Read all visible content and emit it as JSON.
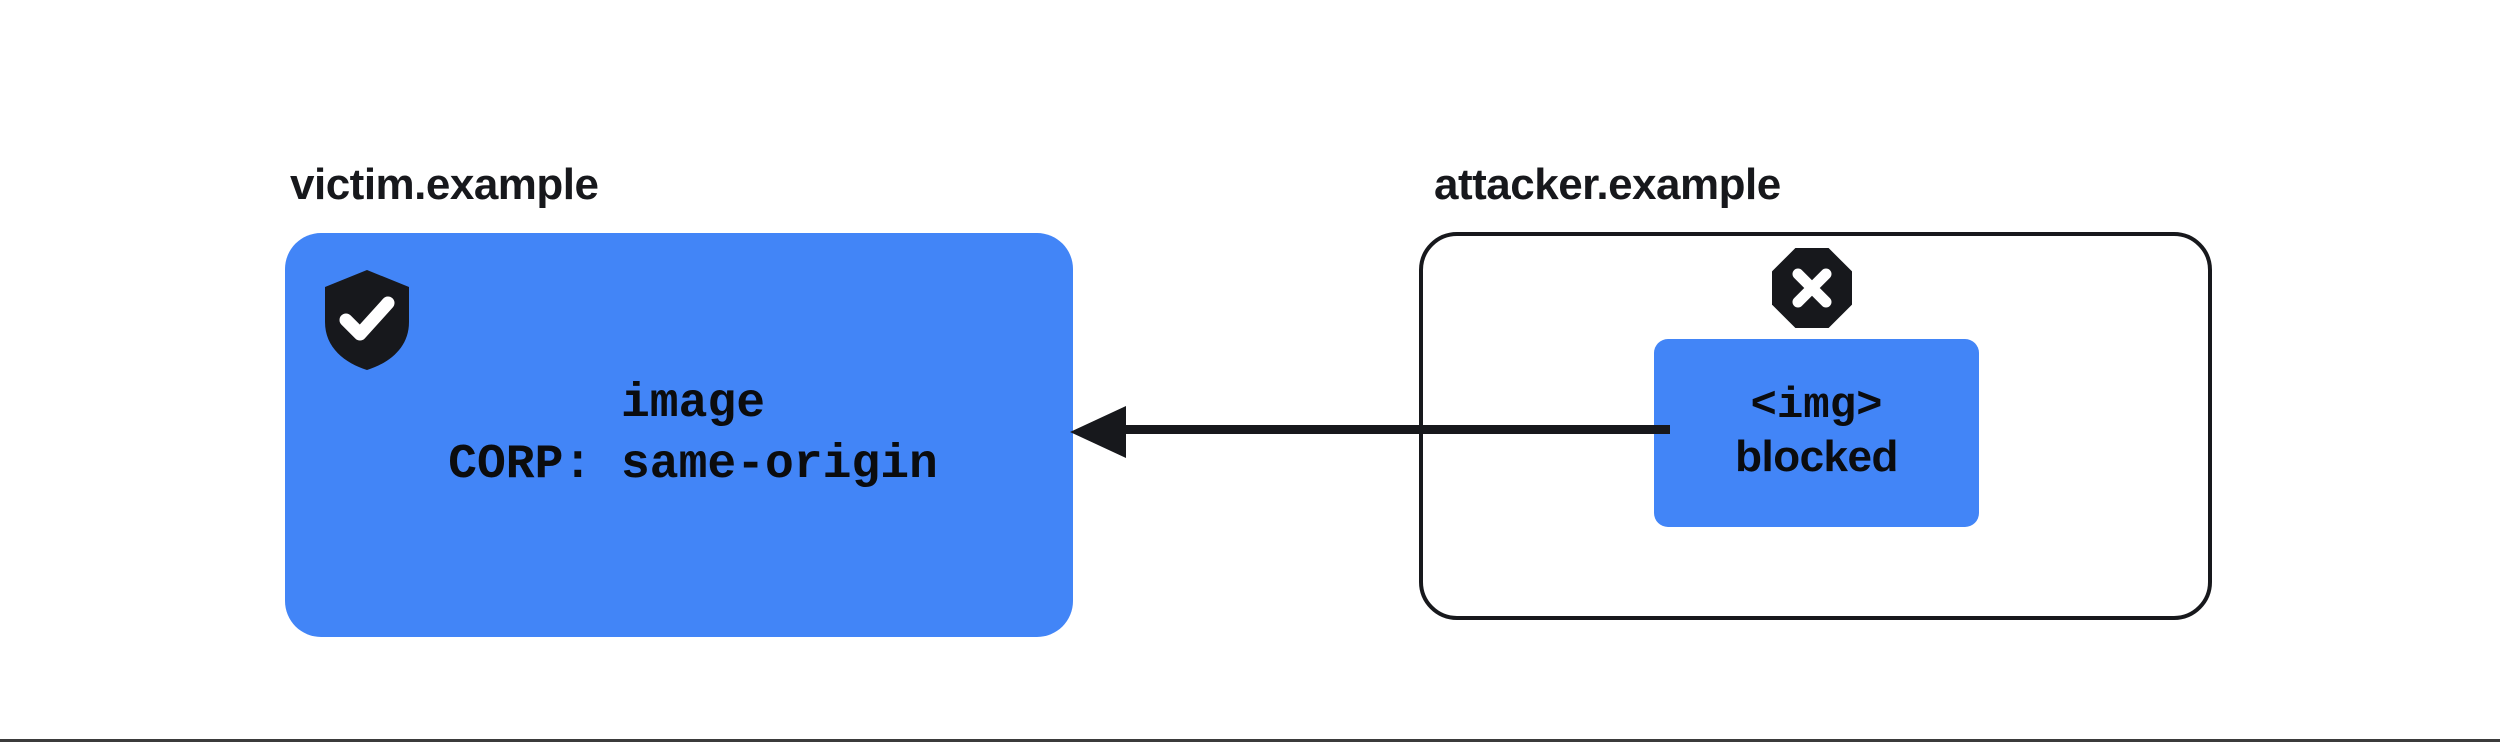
{
  "diagram": {
    "title_colors": {
      "accent_blue": "#4285f7",
      "ink": "#17181c",
      "page_background": "#ffffff"
    },
    "victim": {
      "origin_label": "victim.example",
      "badge_icon": "shield-check-icon",
      "resource_name": "image",
      "header_line": "CORP: same-origin"
    },
    "attacker": {
      "origin_label": "attacker.example",
      "status_icon": "octagon-x-icon",
      "element_tag": "<img>",
      "status_text": "blocked"
    },
    "arrow": {
      "icon": "left-arrow-icon",
      "direction": "right-to-left",
      "label": ""
    }
  }
}
